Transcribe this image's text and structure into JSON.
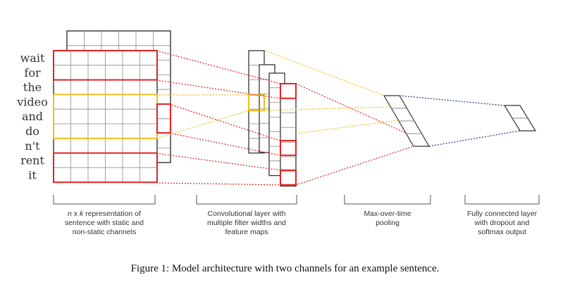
{
  "words": [
    "wait",
    "for",
    "the",
    "video",
    "and",
    "do",
    "n't",
    "rent",
    "it"
  ],
  "sections": [
    {
      "lines": [
        "n x k representation of",
        "sentence with static and",
        "non-static channels"
      ],
      "italic_prefix": [
        "n",
        "k"
      ]
    },
    {
      "lines": [
        "Convolutional layer with",
        "multiple filter widths and",
        "feature maps"
      ]
    },
    {
      "lines": [
        "Max-over-time",
        "pooling"
      ]
    },
    {
      "lines": [
        "Fully connected layer",
        "with dropout and",
        "softmax output"
      ]
    }
  ],
  "caption": "Figure 1: Model architecture with two channels for an example sentence.",
  "colors": {
    "grid": "#333333",
    "grid_light": "#888888",
    "red": "#e32222",
    "yellow": "#f2bc1a",
    "navy": "#1f3a7a"
  }
}
